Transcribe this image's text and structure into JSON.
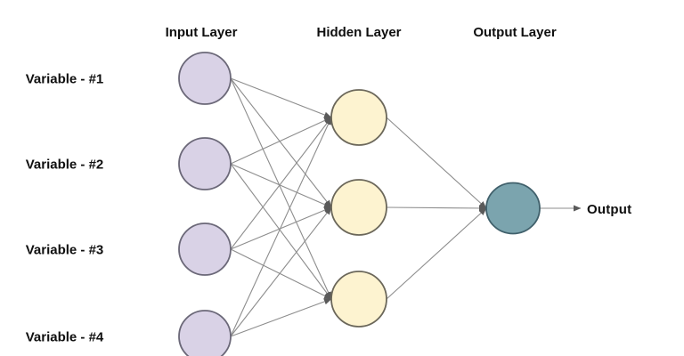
{
  "diagram": {
    "type": "neural-network",
    "background_color": "#ffffff",
    "edge_color": "#8d8d8d",
    "arrowhead_color": "#5a5a5a",
    "text_color": "#0f0f0f",
    "layers": [
      {
        "id": "input",
        "title": "Input Layer",
        "node_count": 4,
        "node_fill": "#d9d2e6",
        "node_stroke": "#6b6878"
      },
      {
        "id": "hidden",
        "title": "Hidden Layer",
        "node_count": 3,
        "node_fill": "#fdf3d0",
        "node_stroke": "#6b675a"
      },
      {
        "id": "output",
        "title": "Output Layer",
        "node_count": 1,
        "node_fill": "#7ba4ae",
        "node_stroke": "#40606b"
      }
    ],
    "input_labels": [
      "Variable - #1",
      "Variable - #2",
      "Variable - #3",
      "Variable - #4"
    ],
    "output_label": "Output",
    "connectivity": [
      "every input node connects to every hidden node (12 arrows)",
      "every hidden node connects to the output node (3 arrows)",
      "output node points to the Output label (1 arrow)"
    ]
  }
}
